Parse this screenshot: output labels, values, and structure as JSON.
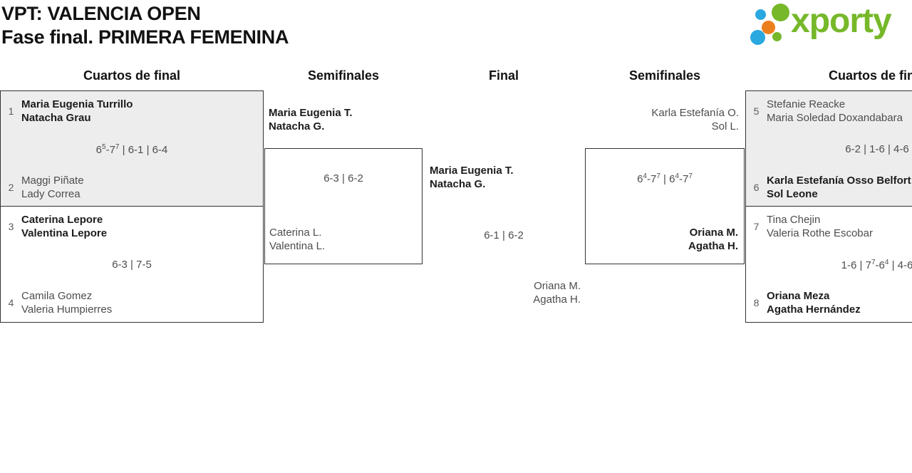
{
  "title": {
    "line1": "VPT: VALENCIA OPEN",
    "line2": "Fase final. PRIMERA FEMENINA"
  },
  "logo": {
    "text": "xporty",
    "colors": {
      "green": "#76b82a",
      "blue": "#2aa8e0",
      "orange": "#ec7f1d"
    }
  },
  "rounds": {
    "qf_left": "Cuartos de final",
    "sf_left": "Semifinales",
    "final": "Final",
    "sf_right": "Semifinales",
    "qf_right": "Cuartos de final"
  },
  "quarterfinals": [
    {
      "seed_top": "1",
      "team_top": [
        "Maria Eugenia Turrillo",
        "Natacha Grau"
      ],
      "score": "6^5-7^7 | 6-1 | 6-4",
      "seed_bottom": "2",
      "team_bottom": [
        "Maggi Piñate",
        "Lady Correa"
      ],
      "winner": "top"
    },
    {
      "seed_top": "3",
      "team_top": [
        "Caterina Lepore",
        "Valentina Lepore"
      ],
      "score": "6-3 | 7-5",
      "seed_bottom": "4",
      "team_bottom": [
        "Camila Gomez",
        "Valeria Humpierres"
      ],
      "winner": "top"
    },
    {
      "seed_top": "5",
      "team_top": [
        "Stefanie Reacke",
        "Maria Soledad Doxandabara"
      ],
      "score": "6-2 | 1-6 | 4-6",
      "seed_bottom": "6",
      "team_bottom": [
        "Karla Estefanía Osso Belfort",
        "Sol Leone"
      ],
      "winner": "bottom"
    },
    {
      "seed_top": "7",
      "team_top": [
        "Tina Chejin",
        "Valeria Rothe Escobar"
      ],
      "score": "1-6 | 7^7-6^4 | 4-6",
      "seed_bottom": "8",
      "team_bottom": [
        "Oriana Meza",
        "Agatha Hernández"
      ],
      "winner": "bottom"
    }
  ],
  "semifinals": [
    {
      "team_top": [
        "Maria Eugenia T.",
        "Natacha G."
      ],
      "score": "6-3 | 6-2",
      "team_bottom": [
        "Caterina L.",
        "Valentina L."
      ],
      "winner": "top"
    },
    {
      "team_top": [
        "Karla Estefanía O.",
        "Sol L."
      ],
      "score": "6^4-7^7 | 6^4-7^7",
      "team_bottom": [
        "Oriana M.",
        "Agatha H."
      ],
      "winner": "bottom"
    }
  ],
  "final": {
    "team_top": [
      "Maria Eugenia T.",
      "Natacha G."
    ],
    "score": "6-1 | 6-2",
    "team_bottom": [
      "Oriana M.",
      "Agatha H."
    ],
    "winner": "top"
  }
}
